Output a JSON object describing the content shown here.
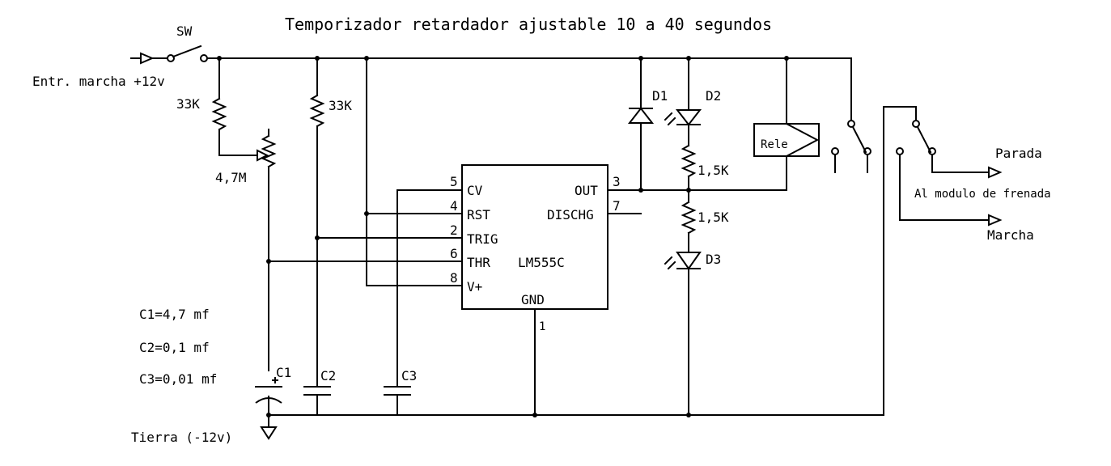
{
  "title": "Temporizador retardador ajustable 10 a 40 segundos",
  "input": {
    "switch_label": "SW",
    "supply_label": "Entr. marcha +12v"
  },
  "ground_label": "Tierra (-12v)",
  "resistors": {
    "r1": "33K",
    "pot": "4,7M",
    "r2": "33K",
    "r3": "1,5K",
    "r4": "1,5K"
  },
  "capacitor_values": {
    "c1": "C1=4,7 mf",
    "c2": "C2=0,1 mf",
    "c3": "C3=0,01 mf"
  },
  "capacitor_labels": {
    "c1": "C1",
    "c2": "C2",
    "c3": "C3"
  },
  "ic": {
    "name": "LM555C",
    "pins": {
      "cv": {
        "num": "5",
        "label": "CV"
      },
      "rst": {
        "num": "4",
        "label": "RST"
      },
      "trig": {
        "num": "2",
        "label": "TRIG"
      },
      "thr": {
        "num": "6",
        "label": "THR"
      },
      "vplus": {
        "num": "8",
        "label": "V+"
      },
      "out": {
        "num": "3",
        "label": "OUT"
      },
      "dischg": {
        "num": "7",
        "label": "DISCHG"
      },
      "gnd": {
        "num": "1",
        "label": "GND"
      }
    }
  },
  "diodes": {
    "d1": "D1",
    "d2": "D2",
    "d3": "D3"
  },
  "relay": {
    "label": "Rele"
  },
  "outputs": {
    "parada": "Parada",
    "marcha": "Marcha",
    "module": "Al modulo de frenada"
  }
}
